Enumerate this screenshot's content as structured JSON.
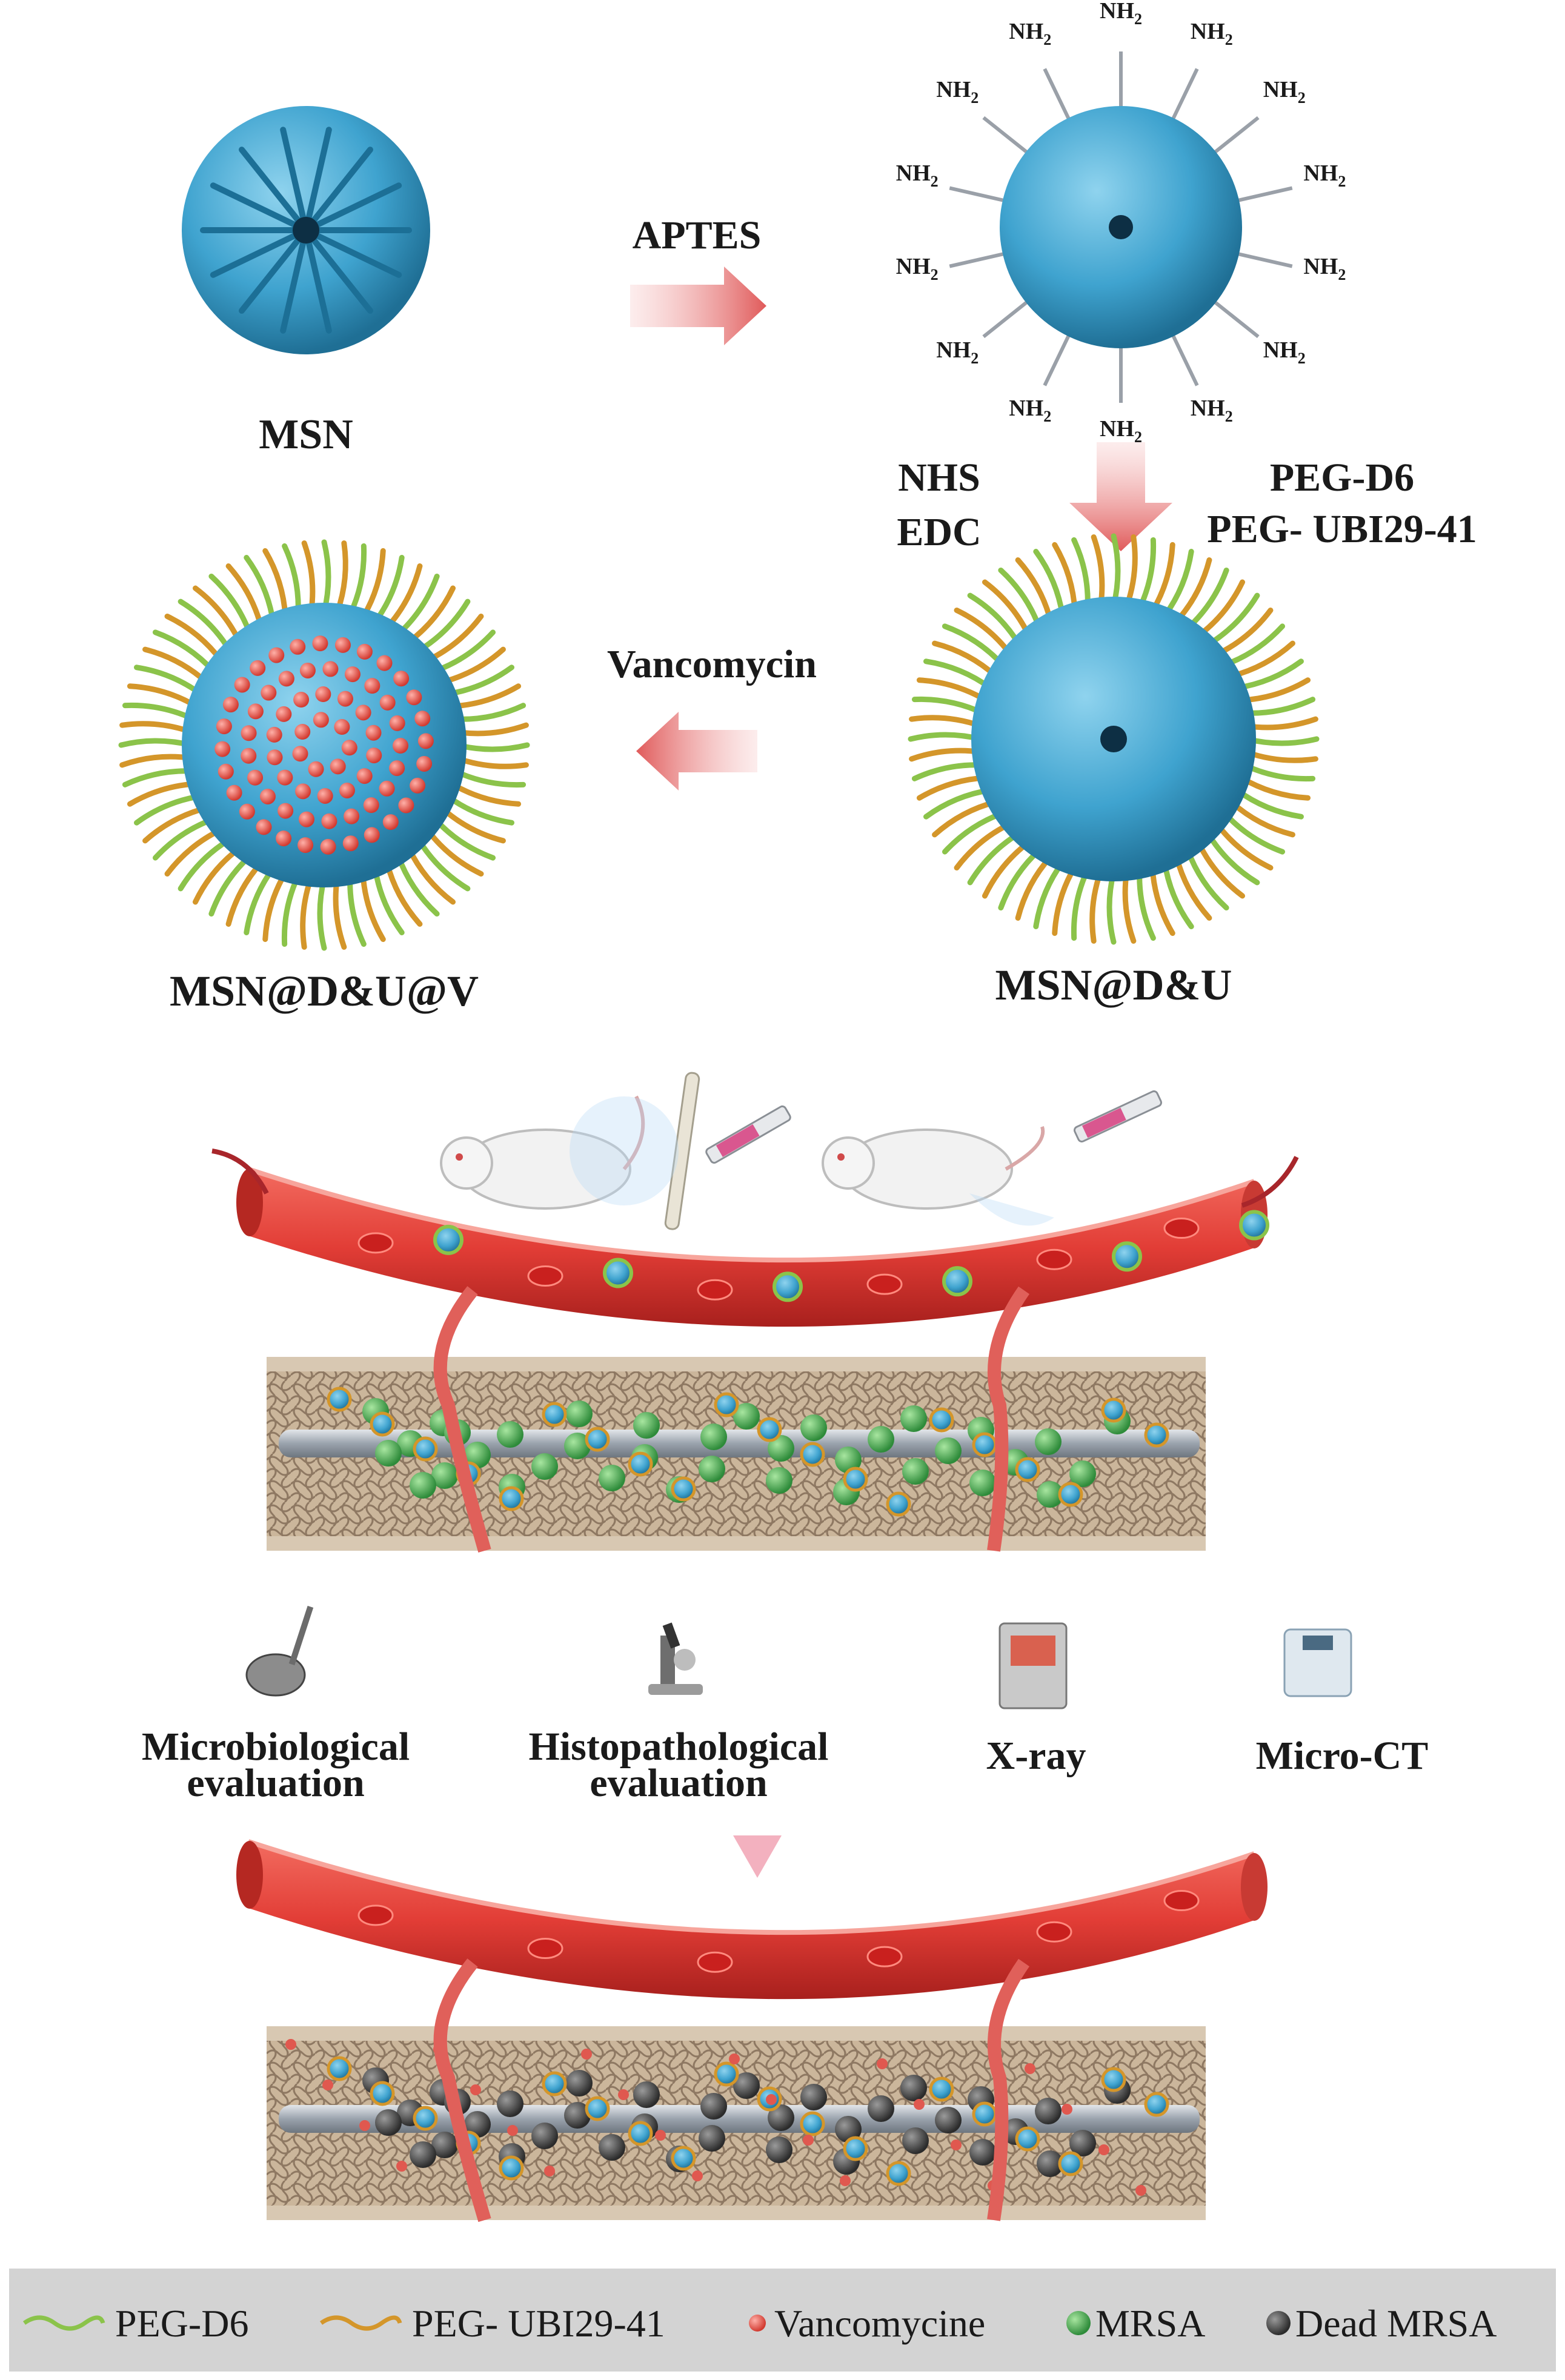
{
  "synthesis": {
    "msn_label": "MSN",
    "aptes_label": "APTES",
    "amine_group": "NH",
    "amine_subscript": "2",
    "nhs_label": "NHS",
    "edc_label": "EDC",
    "peg_d6_label": "PEG-D6",
    "peg_ubi_label": "PEG- UBI29-41",
    "vancomycin_label": "Vancomycin",
    "msn_du_label": "MSN@D&U",
    "msn_duv_label": "MSN@D&U@V"
  },
  "evaluations": [
    {
      "line1": "Microbiological",
      "line2": "evaluation",
      "icon": "petri-dish-pipette-icon"
    },
    {
      "line1": "Histopathological",
      "line2": "evaluation",
      "icon": "microscope-icon"
    },
    {
      "line1": "X-ray",
      "line2": "",
      "icon": "xray-machine-icon"
    },
    {
      "line1": "Micro-CT",
      "line2": "",
      "icon": "micro-ct-scanner-icon"
    }
  ],
  "legend": {
    "items": [
      {
        "label": "PEG-D6",
        "symbol": "green-wavy-line",
        "color": "#8bc34a"
      },
      {
        "label": "PEG- UBI29-41",
        "symbol": "orange-wavy-line",
        "color": "#d4962a"
      },
      {
        "label": "Vancomycine",
        "symbol": "red-dot",
        "color": "#e0584f"
      },
      {
        "label": "MRSA",
        "symbol": "green-sphere",
        "color": "#4caf50"
      },
      {
        "label": "Dead MRSA",
        "symbol": "dark-sphere",
        "color": "#444444"
      }
    ]
  },
  "colors": {
    "particle": "#3fa3cf",
    "vessel": "#e8443f",
    "arrow": "#e06060",
    "bone": "#cbb69b",
    "legend_bg": "#d3d3d3"
  }
}
